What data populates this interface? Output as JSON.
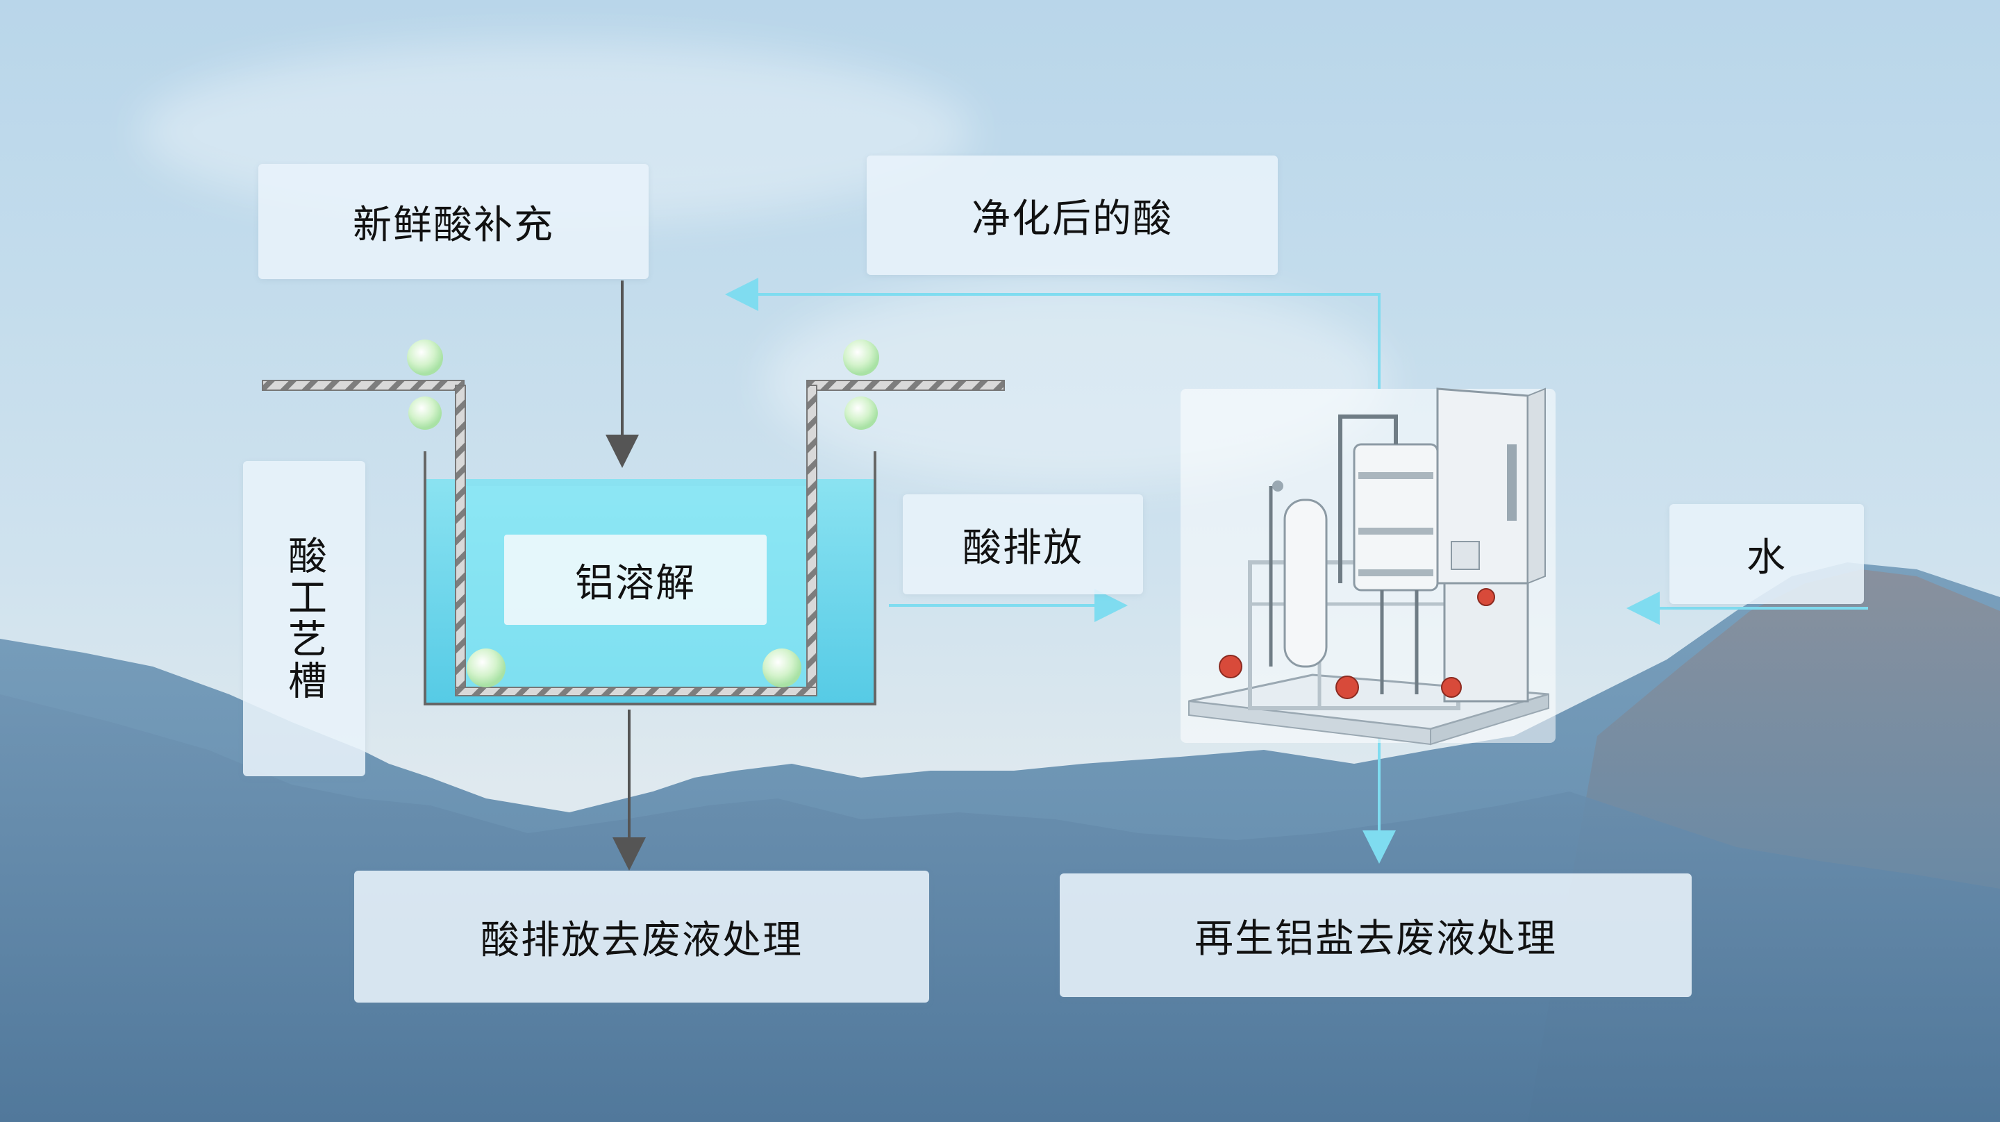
{
  "labels": {
    "fresh_acid": "新鲜酸补充",
    "purified_acid": "净化后的酸",
    "acid_tank": "酸工艺槽",
    "aluminum_dissolve": "铝溶解",
    "acid_discharge": "酸排放",
    "water": "水",
    "acid_to_waste": "酸排放去废液处理",
    "regen_to_waste": "再生铝盐去废液处理"
  },
  "colors": {
    "dark_arrow": "#555555",
    "light_arrow": "#7fdcf0",
    "liquid": "#4fd0e8",
    "tank_wall": "#8a8a8a",
    "bubble": "#d8f5d0"
  }
}
